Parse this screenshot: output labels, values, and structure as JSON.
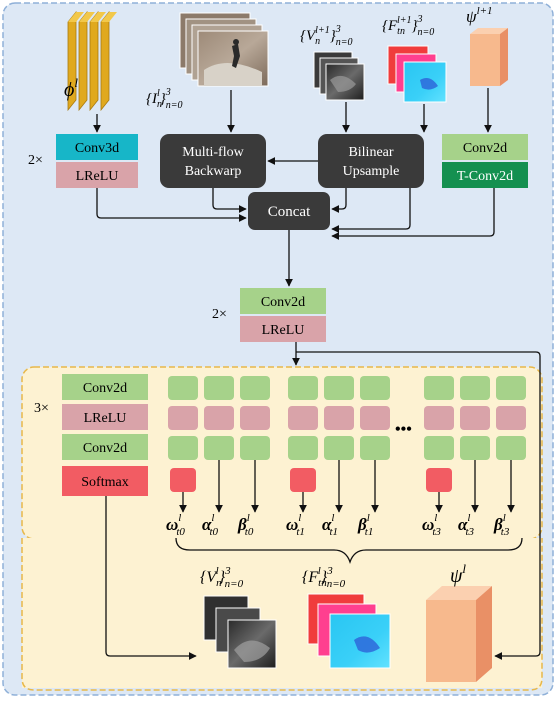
{
  "blocks": {
    "conv3d": "Conv3d",
    "lrelu_top": "LReLU",
    "multiflow_line1": "Multi-flow",
    "multiflow_line2": "Backwarp",
    "bilinear_line1": "Bilinear",
    "bilinear_line2": "Upsample",
    "conv2d_top": "Conv2d",
    "tconv2d": "T-Conv2d",
    "concat": "Concat",
    "conv2d_mid": "Conv2d",
    "lrelu_mid": "LReLU",
    "conv2d_a": "Conv2d",
    "lrelu_b": "LReLU",
    "conv2d_c": "Conv2d",
    "softmax": "Softmax"
  },
  "multipliers": {
    "top": "2×",
    "mid": "2×",
    "bottom": "3×"
  },
  "math_labels": {
    "phi": {
      "base": "ϕ",
      "sup": "l"
    },
    "I": {
      "base": "{I",
      "sub_n": "n",
      "sup": "l",
      "close": "}",
      "range_sup": "3",
      "range_sub": "n=0"
    },
    "V_top": {
      "base": "{V",
      "sub_n": "n",
      "sup": "l+1",
      "close": "}",
      "range_sup": "3",
      "range_sub": "n=0"
    },
    "F_top": {
      "base": "{F",
      "sub_n": "tn",
      "sup": "l+1",
      "close": "}",
      "range_sup": "3",
      "range_sub": "n=0"
    },
    "psi_top": {
      "base": "ψ",
      "sup": "l+1"
    },
    "V_bot": {
      "base": "{V",
      "sub_n": "n",
      "sup": "l",
      "close": "}",
      "range_sup": "3",
      "range_sub": "n=0"
    },
    "F_bot": {
      "base": "{F",
      "sub_n": "tn",
      "sup": "l",
      "close": "}",
      "range_sup": "3",
      "range_sub": "n=0"
    },
    "psi_bot": {
      "base": "ψ",
      "sup": "l"
    }
  },
  "outputs": [
    {
      "sym": "ω",
      "sup": "l",
      "sub": "t0"
    },
    {
      "sym": "α",
      "sup": "l",
      "sub": "t0"
    },
    {
      "sym": "β",
      "sup": "l",
      "sub": "t0"
    },
    {
      "sym": "ω",
      "sup": "l",
      "sub": "t1"
    },
    {
      "sym": "α",
      "sup": "l",
      "sub": "t1"
    },
    {
      "sym": "β",
      "sup": "l",
      "sub": "t1"
    },
    {
      "sym": "ω",
      "sup": "l",
      "sub": "t3"
    },
    {
      "sym": "α",
      "sup": "l",
      "sub": "t3"
    },
    {
      "sym": "β",
      "sup": "l",
      "sub": "t3"
    }
  ],
  "ellipsis": "•••",
  "colors": {
    "outer_bg": "#dde8f5",
    "outer_border": "#8fb0d8",
    "inner_bg": "#fdf2d2",
    "inner_border": "#e8b84a",
    "cyan": "#17b6c8",
    "pink": "#d9a3a9",
    "green": "#a6d28a",
    "dark_green": "#149050",
    "dark": "#3a3a3a",
    "red": "#f25c63",
    "orange_front": "#f7b98d",
    "orange_side": "#e99066",
    "gold": "#e0a91e"
  }
}
